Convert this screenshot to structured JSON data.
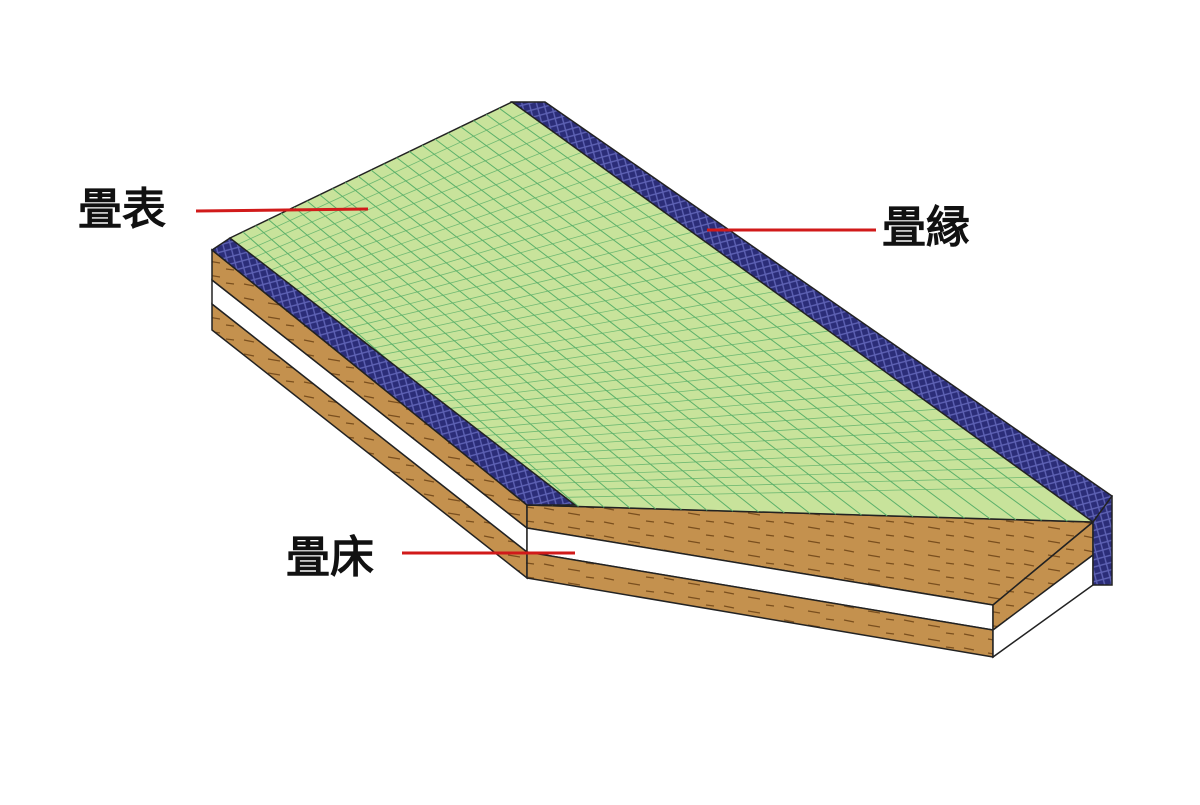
{
  "labels": {
    "omote": "畳表",
    "beri": "畳縁",
    "doko": "畳床"
  },
  "colors": {
    "surface": "#c8e39b",
    "surface_grid": "#5bb06a",
    "border_cloth": "#2b2d78",
    "border_pattern": "#5e62b4",
    "core_wood": "#c4914e",
    "core_grain": "#7a4f1e",
    "core_light": "#ffffff",
    "leader_line": "#d11a1a",
    "outline": "#222222"
  },
  "icons": {
    "tatami": "tatami-mat-cutaway-illustration"
  }
}
